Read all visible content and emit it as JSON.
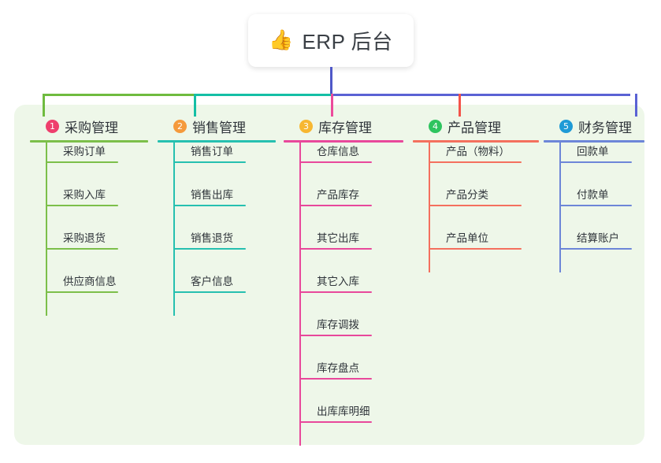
{
  "root": {
    "icon": "thumbs-up-icon",
    "emoji": "👍",
    "title": "ERP 后台"
  },
  "palette": {
    "panel_bg": "#eef7e9",
    "page_bg": "#ffffff",
    "root_stem": "#4f58c8",
    "text": "#2f343a"
  },
  "connector": {
    "segments": [
      {
        "name": "segment-green",
        "color": "#6fbb3f"
      },
      {
        "name": "segment-teal",
        "color": "#14bfa5"
      },
      {
        "name": "segment-indigo",
        "color": "#5a62d4"
      }
    ]
  },
  "branches": [
    {
      "number": "1",
      "label": "采购管理",
      "badge_color": "#ee3f6d",
      "line_color": "#7cbf4a",
      "drop_color": "#6fbb3f",
      "items": [
        "采购订单",
        "采购入库",
        "采购退货",
        "供应商信息"
      ]
    },
    {
      "number": "2",
      "label": "销售管理",
      "badge_color": "#f59a3c",
      "line_color": "#26c0b0",
      "drop_color": "#14bfa5",
      "items": [
        "销售订单",
        "销售出库",
        "销售退货",
        "客户信息"
      ]
    },
    {
      "number": "3",
      "label": "库存管理",
      "badge_color": "#f7b731",
      "line_color": "#e8489b",
      "drop_color": "#ec4b9b",
      "items": [
        "仓库信息",
        "产品库存",
        "其它出库",
        "其它入库",
        "库存调拨",
        "库存盘点",
        "出库库明细"
      ]
    },
    {
      "number": "4",
      "label": "产品管理",
      "badge_color": "#2ec45f",
      "line_color": "#f4705e",
      "drop_color": "#f4534a",
      "items": [
        "产品（物料）",
        "产品分类",
        "产品单位"
      ]
    },
    {
      "number": "5",
      "label": "财务管理",
      "badge_color": "#1e9ad6",
      "line_color": "#6d86d8",
      "drop_color": "#5a62d4",
      "items": [
        "回款单",
        "付款单",
        "结算账户"
      ]
    }
  ]
}
